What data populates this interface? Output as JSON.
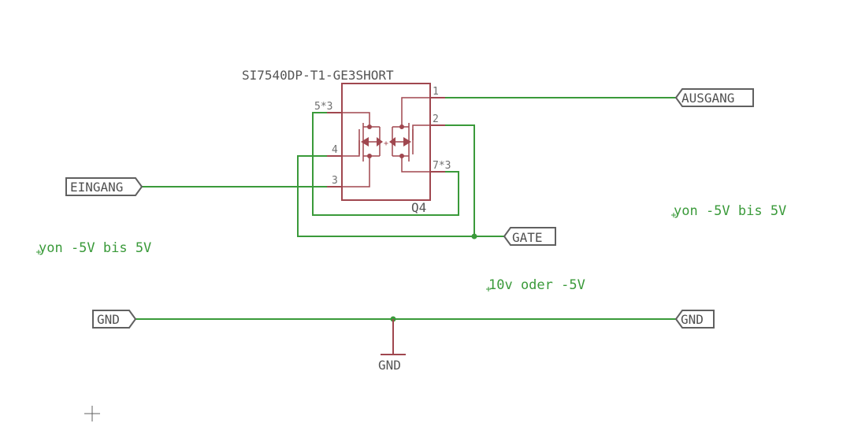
{
  "component": {
    "value": "SI7540DP-T1-GE3SHORT",
    "name": "Q4",
    "pins": {
      "p1": "1",
      "p2": "2",
      "p3": "3",
      "p4": "4",
      "p5": "5*3",
      "p7": "7*3"
    }
  },
  "net_labels": {
    "eingang": "EINGANG",
    "ausgang": "AUSGANG",
    "gate": "GATE",
    "gnd_left": "GND",
    "gnd_right": "GND"
  },
  "gnd_symbol": "GND",
  "notes": {
    "left": "yon -5V bis 5V",
    "right": "yon -5V bis 5V",
    "gate": "10v oder -5V"
  },
  "colors": {
    "wire": "#3a9a3a",
    "symbol": "#a0474f",
    "label": "#606060"
  }
}
